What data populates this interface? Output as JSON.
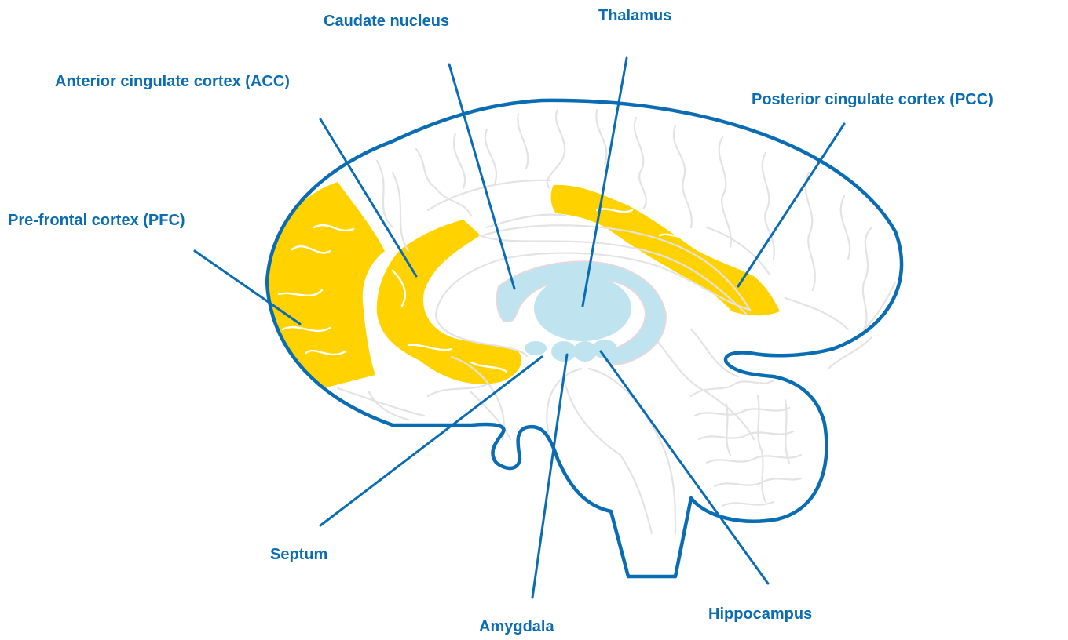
{
  "colors": {
    "outline": "#0a6cb3",
    "label": "#0a6cb3",
    "highlight": "#ffd200",
    "subcortical": "#bfe4ef"
  },
  "labels": {
    "caudate_nucleus": "Caudate nucleus",
    "thalamus": "Thalamus",
    "acc": "Anterior cingulate cortex (ACC)",
    "pcc": "Posterior cingulate cortex (PCC)",
    "pfc": "Pre-frontal cortex (PFC)",
    "septum": "Septum",
    "amygdala": "Amygdala",
    "hippocampus": "Hippocampus"
  }
}
